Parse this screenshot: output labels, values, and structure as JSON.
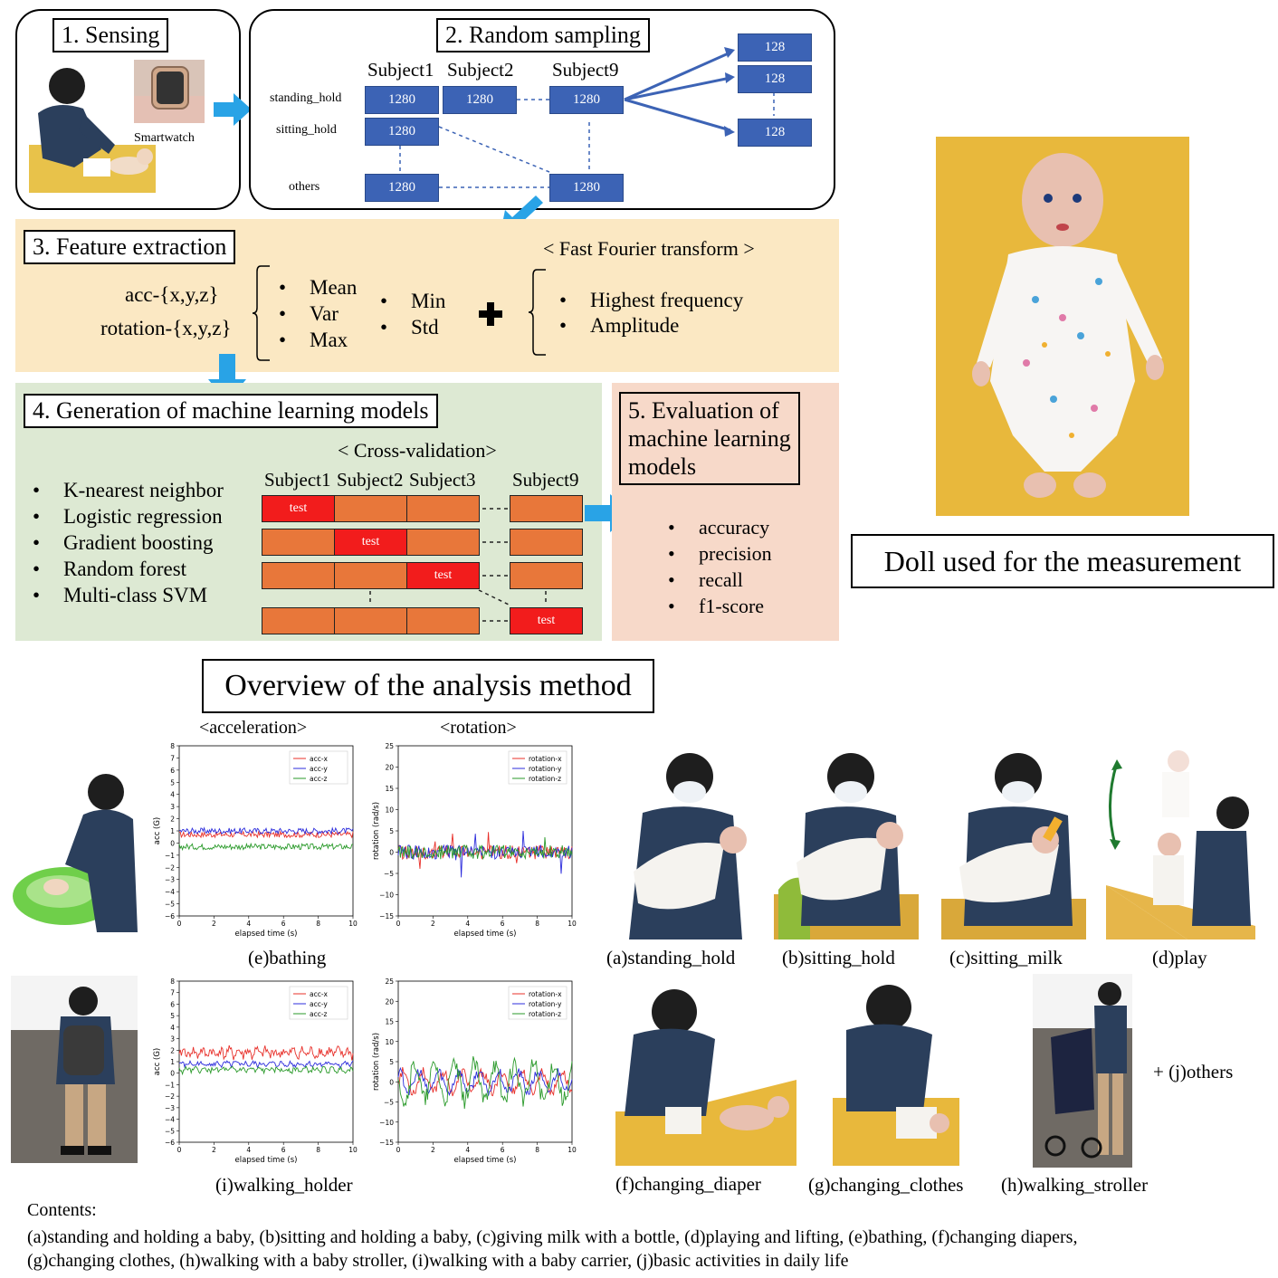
{
  "sensing": {
    "title": "1. Sensing",
    "smartwatch": "Smartwatch"
  },
  "sampling": {
    "title": "2. Random sampling",
    "subjects": [
      "Subject1",
      "Subject2",
      "Subject9"
    ],
    "rows": [
      "standing_hold",
      "sitting_hold",
      "others"
    ],
    "block_value": "1280",
    "out_value": "128"
  },
  "feature": {
    "title": "3. Feature extraction",
    "fft_title": "< Fast Fourier transform >",
    "signals": [
      "acc-{x,y,z}",
      "rotation-{x,y,z}"
    ],
    "stats_col1": [
      "Mean",
      "Var",
      "Max"
    ],
    "stats_col2": [
      "Min",
      "Std"
    ],
    "fft_items": [
      "Highest frequency",
      "Amplitude"
    ]
  },
  "models": {
    "title": "4. Generation of machine learning models",
    "cv_title": "< Cross-validation>",
    "items": [
      "K-nearest neighbor",
      "Logistic regression",
      "Gradient boosting",
      "Random forest",
      "Multi-class SVM"
    ],
    "subjects": [
      "Subject1",
      "Subject2",
      "Subject3",
      "Subject9"
    ],
    "test_label": "test"
  },
  "evaluation": {
    "title_lines": [
      "5. Evaluation of",
      "machine learning",
      "models"
    ],
    "items": [
      "accuracy",
      "precision",
      "recall",
      "f1-score"
    ]
  },
  "doll_caption": "Doll used for the measurement",
  "overview_caption": "Overview of the analysis method",
  "plots": {
    "acc_header": "<acceleration>",
    "rot_header": "<rotation>",
    "acc_ylabel": "acc (G)",
    "rot_ylabel": "rotation (rad/s)",
    "xlabel": "elapsed time (s)",
    "acc_legend": [
      "acc-x",
      "acc-y",
      "acc-z"
    ],
    "rot_legend": [
      "rotation-x",
      "rotation-y",
      "rotation-z"
    ],
    "acc_yticks": [
      "8",
      "7",
      "6",
      "5",
      "4",
      "3",
      "2",
      "1",
      "0",
      "−1",
      "−2",
      "−3",
      "−4",
      "−5",
      "−6"
    ],
    "rot_yticks": [
      "25",
      "20",
      "15",
      "10",
      "5",
      "0",
      "−5",
      "−10",
      "−15"
    ],
    "xticks": [
      "0",
      "2",
      "4",
      "6",
      "8",
      "10"
    ],
    "colors": {
      "x": "#e8302a",
      "y": "#2c2cdc",
      "z": "#2a9a2a"
    }
  },
  "chart_data": [
    {
      "type": "line",
      "title": "",
      "xlabel": "elapsed time (s)",
      "ylabel": "acc (G)",
      "xlim": [
        0,
        10
      ],
      "ylim": [
        -6,
        8
      ],
      "series": [
        {
          "name": "acc-x",
          "baseline": 0.7
        },
        {
          "name": "acc-y",
          "baseline": 1.0
        },
        {
          "name": "acc-z",
          "baseline": -0.3
        }
      ]
    },
    {
      "type": "line",
      "title": "",
      "xlabel": "elapsed time (s)",
      "ylabel": "rotation (rad/s)",
      "xlim": [
        0,
        10
      ],
      "ylim": [
        -15,
        25
      ],
      "series": [
        {
          "name": "rotation-x"
        },
        {
          "name": "rotation-y"
        },
        {
          "name": "rotation-z"
        }
      ]
    },
    {
      "type": "line",
      "title": "",
      "xlabel": "elapsed time (s)",
      "ylabel": "acc (G)",
      "xlim": [
        0,
        10
      ],
      "ylim": [
        -6,
        8
      ],
      "series": [
        {
          "name": "acc-x",
          "baseline": 1.4
        },
        {
          "name": "acc-y",
          "baseline": 0.6
        },
        {
          "name": "acc-z",
          "baseline": 0.1
        }
      ]
    },
    {
      "type": "line",
      "title": "",
      "xlabel": "elapsed time (s)",
      "ylabel": "rotation (rad/s)",
      "xlim": [
        0,
        10
      ],
      "ylim": [
        -15,
        25
      ],
      "series": [
        {
          "name": "rotation-x"
        },
        {
          "name": "rotation-y"
        },
        {
          "name": "rotation-z"
        }
      ]
    }
  ],
  "activity_captions": {
    "e": "(e)bathing",
    "i": "(i)walking_holder",
    "a": "(a)standing_hold",
    "b": "(b)sitting_hold",
    "c": "(c)sitting_milk",
    "d": "(d)play",
    "f": "(f)changing_diaper",
    "g": "(g)changing_clothes",
    "h": "(h)walking_stroller",
    "j": "+ (j)others"
  },
  "contents": {
    "heading": "Contents:",
    "line1": "(a)standing and holding a baby, (b)sitting and holding a baby, (c)giving milk with a bottle, (d)playing and lifting, (e)bathing, (f)changing diapers,",
    "line2": "(g)changing clothes, (h)walking with a baby stroller, (i)walking with a baby carrier, (j)basic activities in daily life"
  }
}
